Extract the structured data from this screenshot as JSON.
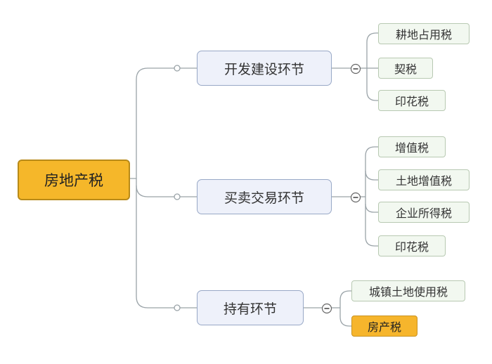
{
  "root": {
    "label": "房地产税"
  },
  "branches": [
    {
      "label": "开发建设环节",
      "children": [
        "耕地占用税",
        "契税",
        "印花税"
      ]
    },
    {
      "label": "买卖交易环节",
      "children": [
        "增值税",
        "土地增值税",
        "企业所得税",
        "印花税"
      ]
    },
    {
      "label": "持有环节",
      "children": [
        "城镇土地使用税",
        "房产税"
      ]
    }
  ],
  "highlight": "房产税",
  "collapse_glyph": "−",
  "colors": {
    "root_fill": "#f5b72a",
    "highlight_fill": "#f6b52c",
    "branch_fill": "#eef1fa",
    "leaf_fill": "#f2f8f0",
    "line": "#9aa3a8"
  }
}
